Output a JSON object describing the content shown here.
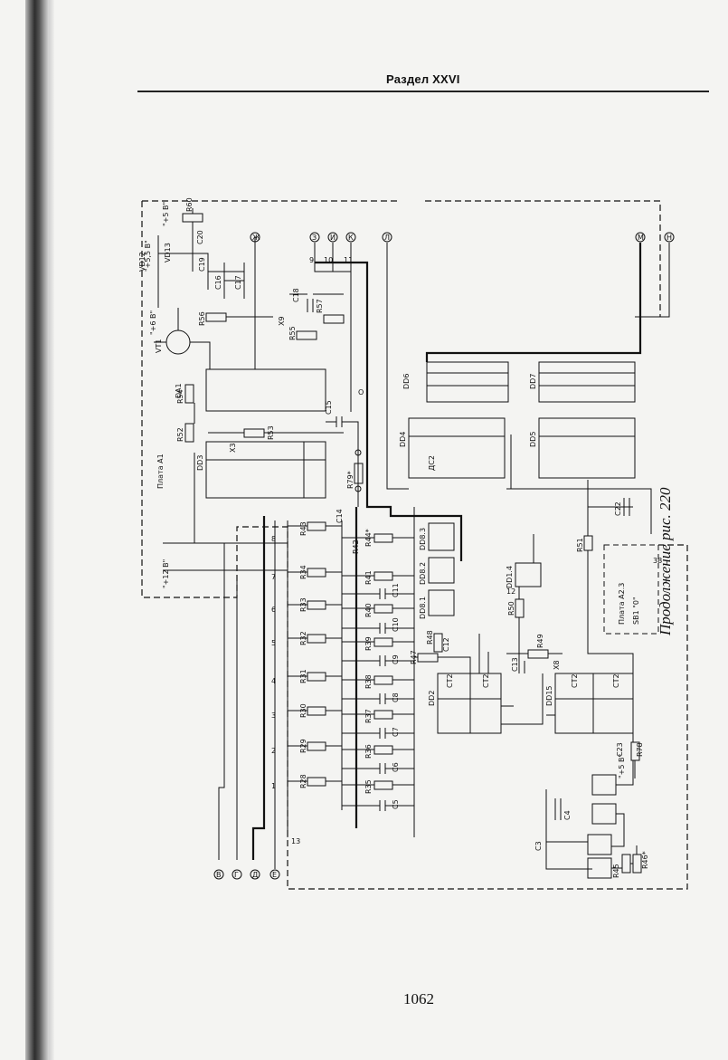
{
  "header": {
    "section_title": "Раздел XXVI"
  },
  "footer": {
    "page_number": "1062"
  },
  "caption": "Продолжение рис. 220",
  "schematic": {
    "boards": [
      "Плата А1",
      "Плата А2.3"
    ],
    "power_labels": [
      "\"+12 В\"",
      "\"+6 В\"",
      "\"+5,5 В\"",
      "\"+5 В\"",
      "\"+5 В\""
    ],
    "chips": [
      "DA1",
      "DD3",
      "DD4",
      "DD5",
      "DD6",
      "DD7",
      "DD8.1",
      "DD8.2",
      "DD8.3",
      "DD1.4",
      "DD2",
      "DD15"
    ],
    "transistors": [
      "VT1"
    ],
    "diodes": [
      "VD12",
      "VD13"
    ],
    "switch": "SB1 \"0\"",
    "connectors": [
      "X3",
      "X8",
      "X9"
    ],
    "resistors_top": [
      "R60",
      "R56",
      "R55",
      "R57",
      "R54",
      "R52",
      "R53",
      "R79*"
    ],
    "caps_top": [
      "C20",
      "C19",
      "C16",
      "C17",
      "C18",
      "C15",
      "C14"
    ],
    "resistor_ladder_upper": [
      "R43",
      "R34",
      "R33",
      "R32",
      "R31",
      "R30",
      "R29",
      "R28"
    ],
    "resistor_ladder_lower": [
      "R44*",
      "R42",
      "R41",
      "R40",
      "R39",
      "R38",
      "R37",
      "R36",
      "R35"
    ],
    "cap_ladder": [
      "C11",
      "C10",
      "C9",
      "C8",
      "C7",
      "C6",
      "C5"
    ],
    "misc_parts": [
      "R47",
      "R48",
      "C12",
      "C13",
      "R49",
      "R50",
      "R51",
      "C22",
      "C23",
      "R78",
      "C3",
      "C4",
      "R45",
      "R46*"
    ],
    "pin_labels_ladder": [
      "8",
      "7",
      "6",
      "5",
      "4",
      "3",
      "2",
      "1"
    ],
    "net_marks_top": [
      "Ж",
      "З",
      "И",
      "К",
      "Л",
      "М",
      "Н"
    ],
    "net_marks_bottom": [
      "В",
      "Г",
      "Д",
      "Е"
    ],
    "counter_labels": [
      "CT2",
      "CT2",
      "CT2",
      "CT2"
    ],
    "decoder_label": "ДС2",
    "numbers": [
      "9",
      "10",
      "11",
      "13",
      "38",
      "12",
      "O"
    ]
  }
}
